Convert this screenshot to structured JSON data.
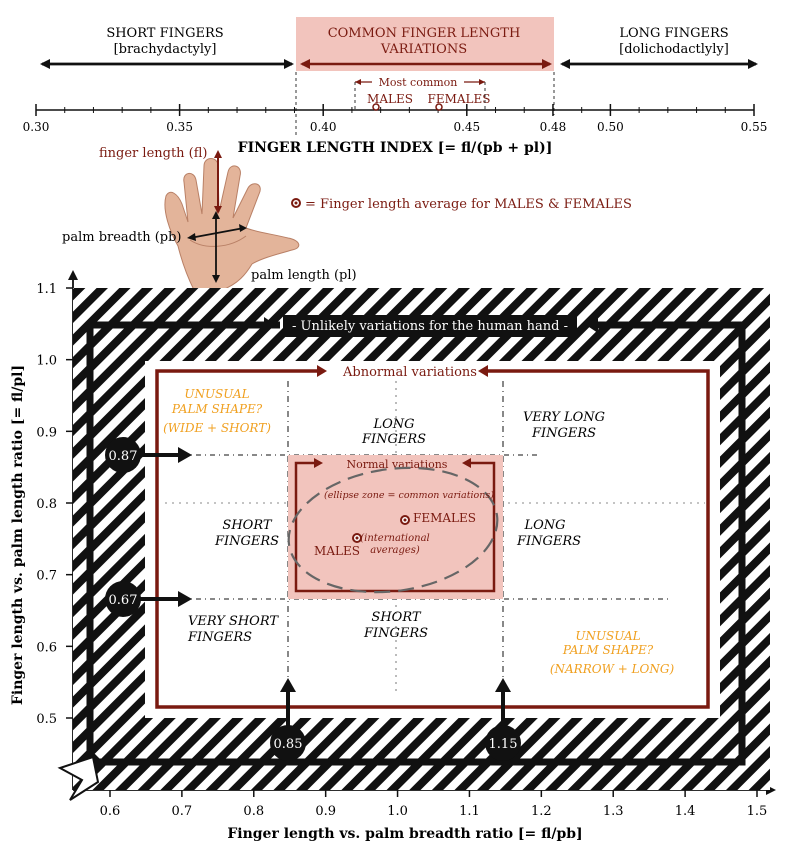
{
  "top_scale": {
    "short": {
      "line1": "SHORT FINGERS",
      "line2": "[brachydactyly]"
    },
    "common": {
      "line1": "COMMON FINGER LENGTH",
      "line2": "VARIATIONS"
    },
    "long": {
      "line1": "LONG FINGERS",
      "line2": "[dolichodactlyly]"
    },
    "most_common": "Most common",
    "males": "MALES",
    "females": "FEMALES",
    "ticks": [
      "0.30",
      "0.35",
      "0.40",
      "0.45",
      "0.48",
      "0.50",
      "0.55"
    ],
    "axis_title": "FINGER LENGTH INDEX [= fl/(pb + pl)]"
  },
  "hand": {
    "finger_length": "finger length (fl)",
    "palm_breadth": "palm breadth (pb)",
    "palm_length": "palm length (pl)",
    "legend_text": "= Finger length average for MALES & FEMALES"
  },
  "chart": {
    "y_ticks": [
      "1.1",
      "1.0",
      "0.9",
      "0.8",
      "0.7",
      "0.6",
      "0.5"
    ],
    "x_ticks": [
      "0.6",
      "0.7",
      "0.8",
      "0.9",
      "1.0",
      "1.1",
      "1.2",
      "1.3",
      "1.4",
      "1.5"
    ],
    "y_label": "Finger length vs. palm length ratio [= fl/pl]",
    "x_label": "Finger length vs. palm breadth ratio [= fl/pb]",
    "unlikely": "- Unlikely variations for the human hand -",
    "abnormal": "Abnormal variations",
    "normal": "Normal variations",
    "ellipse_note": "(ellipse zone = common variations)",
    "intl_line1": "(international",
    "intl_line2": "averages)",
    "males": "MALES",
    "females": "FEMALES",
    "markers": {
      "y_high": "0.87",
      "y_low": "0.67",
      "x_low": "0.85",
      "x_high": "1.15"
    },
    "cells": {
      "unusual_top_1": "UNUSUAL",
      "unusual_top_2": "PALM SHAPE?",
      "unusual_top_3": "(WIDE + SHORT)",
      "long_top_1": "LONG",
      "long_top_2": "FINGERS",
      "vlong_1": "VERY LONG",
      "vlong_2": "FINGERS",
      "short_mid_1": "SHORT",
      "short_mid_2": "FINGERS",
      "long_mid_1": "LONG",
      "long_mid_2": "FINGERS",
      "vshort_1": "VERY SHORT",
      "vshort_2": "FINGERS",
      "short_bot_1": "SHORT",
      "short_bot_2": "FINGERS",
      "unusual_bot_1": "UNUSUAL",
      "unusual_bot_2": "PALM SHAPE?",
      "unusual_bot_3": "(NARROW + LONG)"
    }
  },
  "colors": {
    "dark_red": "#7a1a10",
    "pink": "#f2c4bd",
    "orange": "#f0a020"
  }
}
